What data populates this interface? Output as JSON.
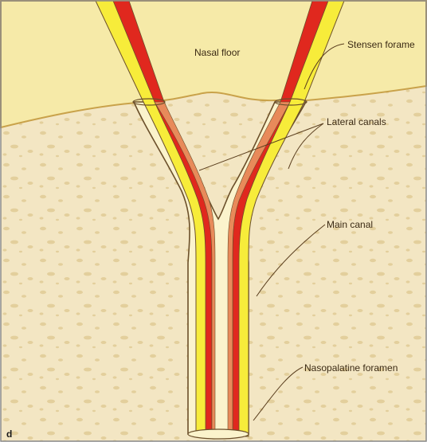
{
  "figure": {
    "panel_letter": "d",
    "labels": {
      "nasal_floor": "Nasal floor",
      "stensen_foramen": "Stensen forame",
      "lateral_canals": "Lateral canals",
      "main_canal": "Main canal",
      "nasopalatine_foramen": "Nasopalatine foramen"
    }
  },
  "colors": {
    "soft_tissue": "#f6eaa8",
    "bone": "#f3e6c3",
    "bone_pore": "#e3cf9c",
    "canal_fill": "#fbf3cc",
    "nerve": "#f7ec3a",
    "artery": "#e0281e",
    "vessel_branch": "#e88a5a",
    "outline": "#6b4f2a",
    "frame": "#8a8a8a"
  }
}
